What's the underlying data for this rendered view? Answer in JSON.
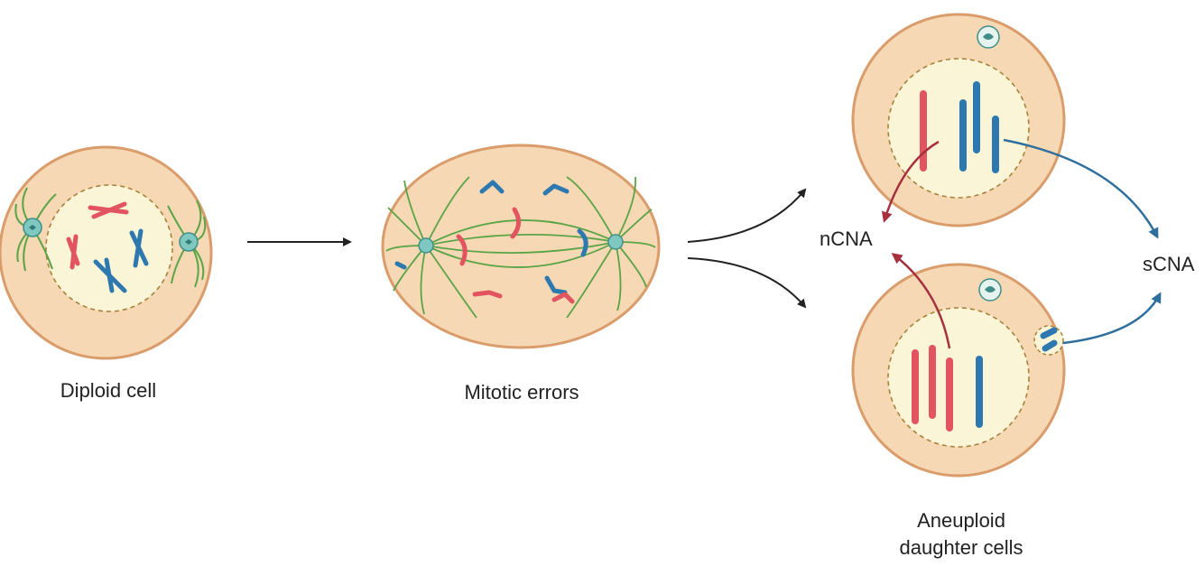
{
  "labels": {
    "diploid": "Diploid cell",
    "mitotic": "Mitotic errors",
    "aneuploid_line1": "Aneuploid",
    "aneuploid_line2": "daughter cells",
    "ncna": "nCNA",
    "scna": "sCNA"
  },
  "colors": {
    "cell_fill": "#f6d9b4",
    "cell_stroke": "#d99c6a",
    "nucleus_fill": "#fbf5d8",
    "nucleus_stroke": "#a8823c",
    "chromosome_red": "#e2545f",
    "chromosome_blue": "#2e78b0",
    "spindle_green": "#5aa447",
    "centrosome": "#7fc8c2",
    "arrow_black": "#222222",
    "arrow_red": "#a6303e",
    "arrow_blue": "#2e6f9e"
  }
}
